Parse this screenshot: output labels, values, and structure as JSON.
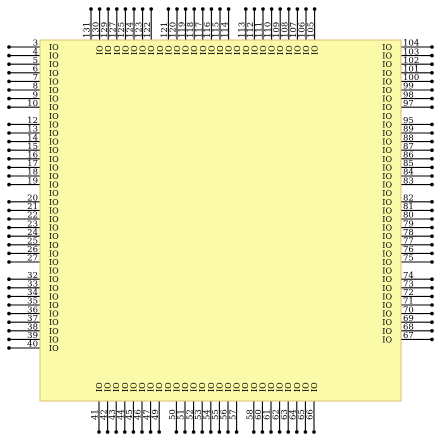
{
  "component": {
    "body_color": "#FAFAA8",
    "body_border_color": "#D8C078",
    "pin_color": "#000000",
    "io_label": "IO"
  },
  "sides": {
    "left": {
      "pins": [
        "3",
        "4",
        "5",
        "6",
        "7",
        "8",
        "9",
        "10",
        "",
        "12",
        "13",
        "14",
        "15",
        "16",
        "17",
        "18",
        "19",
        "",
        "20",
        "21",
        "22",
        "23",
        "24",
        "25",
        "26",
        "27",
        "",
        "32",
        "33",
        "34",
        "35",
        "36",
        "37",
        "38",
        "39",
        "40"
      ],
      "io": [
        true,
        true,
        true,
        true,
        true,
        true,
        true,
        true,
        true,
        true,
        true,
        true,
        true,
        true,
        true,
        true,
        true,
        true,
        true,
        true,
        true,
        true,
        true,
        true,
        true,
        true,
        true,
        true,
        true,
        true,
        true,
        true,
        true,
        true,
        true,
        true
      ]
    },
    "right": {
      "pins": [
        "104",
        "103",
        "102",
        "101",
        "100",
        "99",
        "98",
        "97",
        "",
        "95",
        "89",
        "88",
        "87",
        "86",
        "85",
        "84",
        "83",
        "",
        "82",
        "81",
        "80",
        "79",
        "78",
        "77",
        "76",
        "75",
        "",
        "74",
        "73",
        "72",
        "71",
        "70",
        "69",
        "68",
        "67"
      ],
      "io": [
        true,
        true,
        true,
        true,
        true,
        true,
        true,
        true,
        true,
        true,
        true,
        true,
        true,
        true,
        true,
        true,
        true,
        true,
        true,
        true,
        true,
        true,
        true,
        true,
        true,
        true,
        true,
        true,
        true,
        true,
        true,
        true,
        true,
        true,
        true
      ]
    },
    "top": {
      "pins": [
        "131",
        "130",
        "129",
        "127",
        "125",
        "124",
        "123",
        "122",
        "",
        "121",
        "120",
        "119",
        "118",
        "117",
        "116",
        "115",
        "114",
        "",
        "113",
        "112",
        "111",
        "110",
        "109",
        "108",
        "107",
        "106",
        "105"
      ],
      "io": [
        false,
        true,
        true,
        true,
        true,
        true,
        true,
        true,
        true,
        true,
        true,
        true,
        true,
        true,
        true,
        true,
        true,
        true,
        true,
        true,
        true,
        true,
        true,
        true,
        true,
        true,
        true
      ]
    },
    "bottom": {
      "pins": [
        "41",
        "42",
        "43",
        "44",
        "45",
        "46",
        "47",
        "49",
        "",
        "50",
        "51",
        "52",
        "53",
        "54",
        "55",
        "56",
        "57",
        "",
        "58",
        "60",
        "61",
        "62",
        "63",
        "64",
        "65",
        "66"
      ],
      "io": [
        true,
        true,
        true,
        true,
        true,
        true,
        true,
        true,
        true,
        true,
        true,
        true,
        true,
        true,
        true,
        true,
        true,
        true,
        true,
        true,
        true,
        true,
        true,
        true,
        true,
        true
      ]
    }
  }
}
